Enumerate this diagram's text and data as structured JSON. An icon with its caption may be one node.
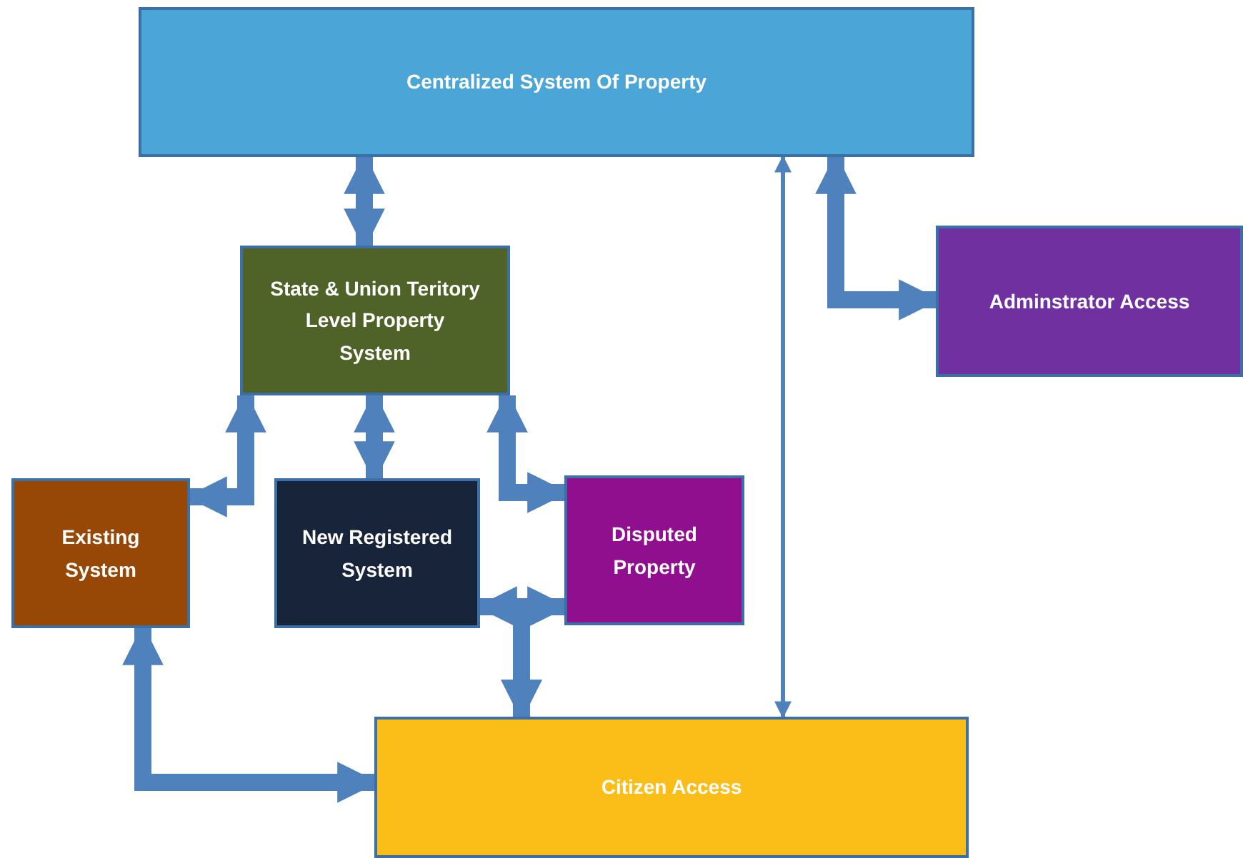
{
  "diagram": {
    "nodes": [
      {
        "text": [
          "Centralized System Of Property"
        ]
      },
      {
        "text": [
          "State & Union Teritory Level Property System"
        ]
      },
      {
        "text": [
          "Adminstrator Access"
        ]
      },
      {
        "text": [
          "Existing System"
        ]
      },
      {
        "text": [
          "New Registered System"
        ]
      },
      {
        "text": [
          "Disputed Property"
        ]
      },
      {
        "text": [
          "Citizen Access"
        ]
      }
    ],
    "edges": [
      {
        "from": 0,
        "to": 1,
        "arrow": "both"
      },
      {
        "from": 0,
        "to": 6,
        "arrow": "both"
      },
      {
        "from": 0,
        "to": 2,
        "arrow": "both"
      },
      {
        "from": 1,
        "to": 3,
        "arrow": "both"
      },
      {
        "from": 1,
        "to": 4,
        "arrow": "both"
      },
      {
        "from": 1,
        "to": 5,
        "arrow": "both"
      },
      {
        "from": 4,
        "to": 6,
        "arrow": "both"
      },
      {
        "from": 5,
        "to": 6,
        "arrow": "both"
      },
      {
        "from": 3,
        "to": 6,
        "arrow": "both"
      }
    ]
  }
}
